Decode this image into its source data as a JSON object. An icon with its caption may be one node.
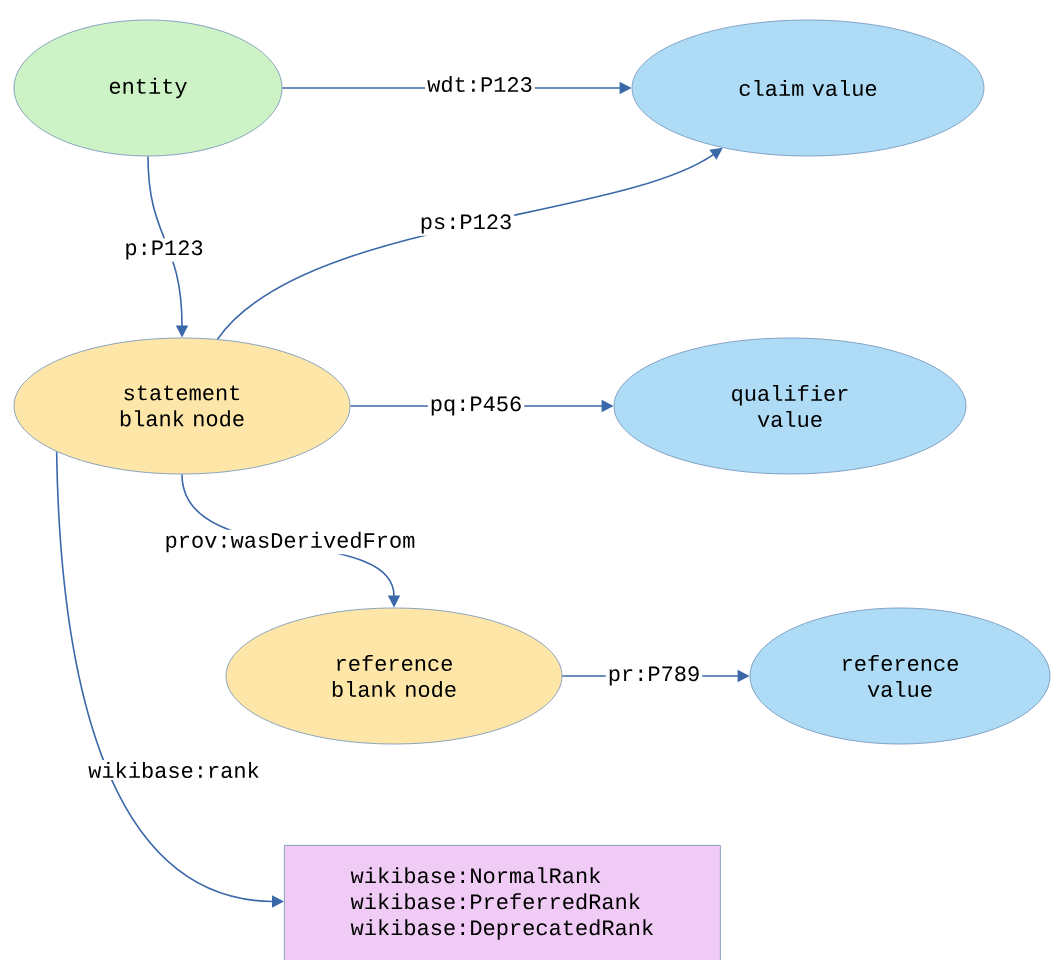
{
  "diagram": {
    "nodes": [
      {
        "text": [
          "entity"
        ]
      },
      {
        "text": [
          "claim value"
        ]
      },
      {
        "text": [
          "statement blank node"
        ]
      },
      {
        "text": [
          "qualifier value"
        ]
      },
      {
        "text": [
          "reference blank node"
        ]
      },
      {
        "text": [
          "reference value"
        ]
      },
      {
        "text": [
          "wikibase:NormalRank",
          "wikibase:PreferredRank",
          "wikibase:DeprecatedRank"
        ]
      }
    ],
    "edges": [
      {
        "from": 0,
        "to": 1,
        "arrow": "to",
        "label": "wdt:P123"
      },
      {
        "from": 0,
        "to": 2,
        "arrow": "to",
        "label": "p:P123"
      },
      {
        "from": 2,
        "to": 1,
        "arrow": "to",
        "label": "ps:P123"
      },
      {
        "from": 2,
        "to": 3,
        "arrow": "to",
        "label": "pq:P456"
      },
      {
        "from": 2,
        "to": 4,
        "arrow": "to",
        "label": "prov:wasDerivedFrom"
      },
      {
        "from": 2,
        "to": 6,
        "arrow": "to",
        "label": "wikibase:rank"
      },
      {
        "from": 4,
        "to": 5,
        "arrow": "to",
        "label": "pr:P789"
      }
    ]
  }
}
